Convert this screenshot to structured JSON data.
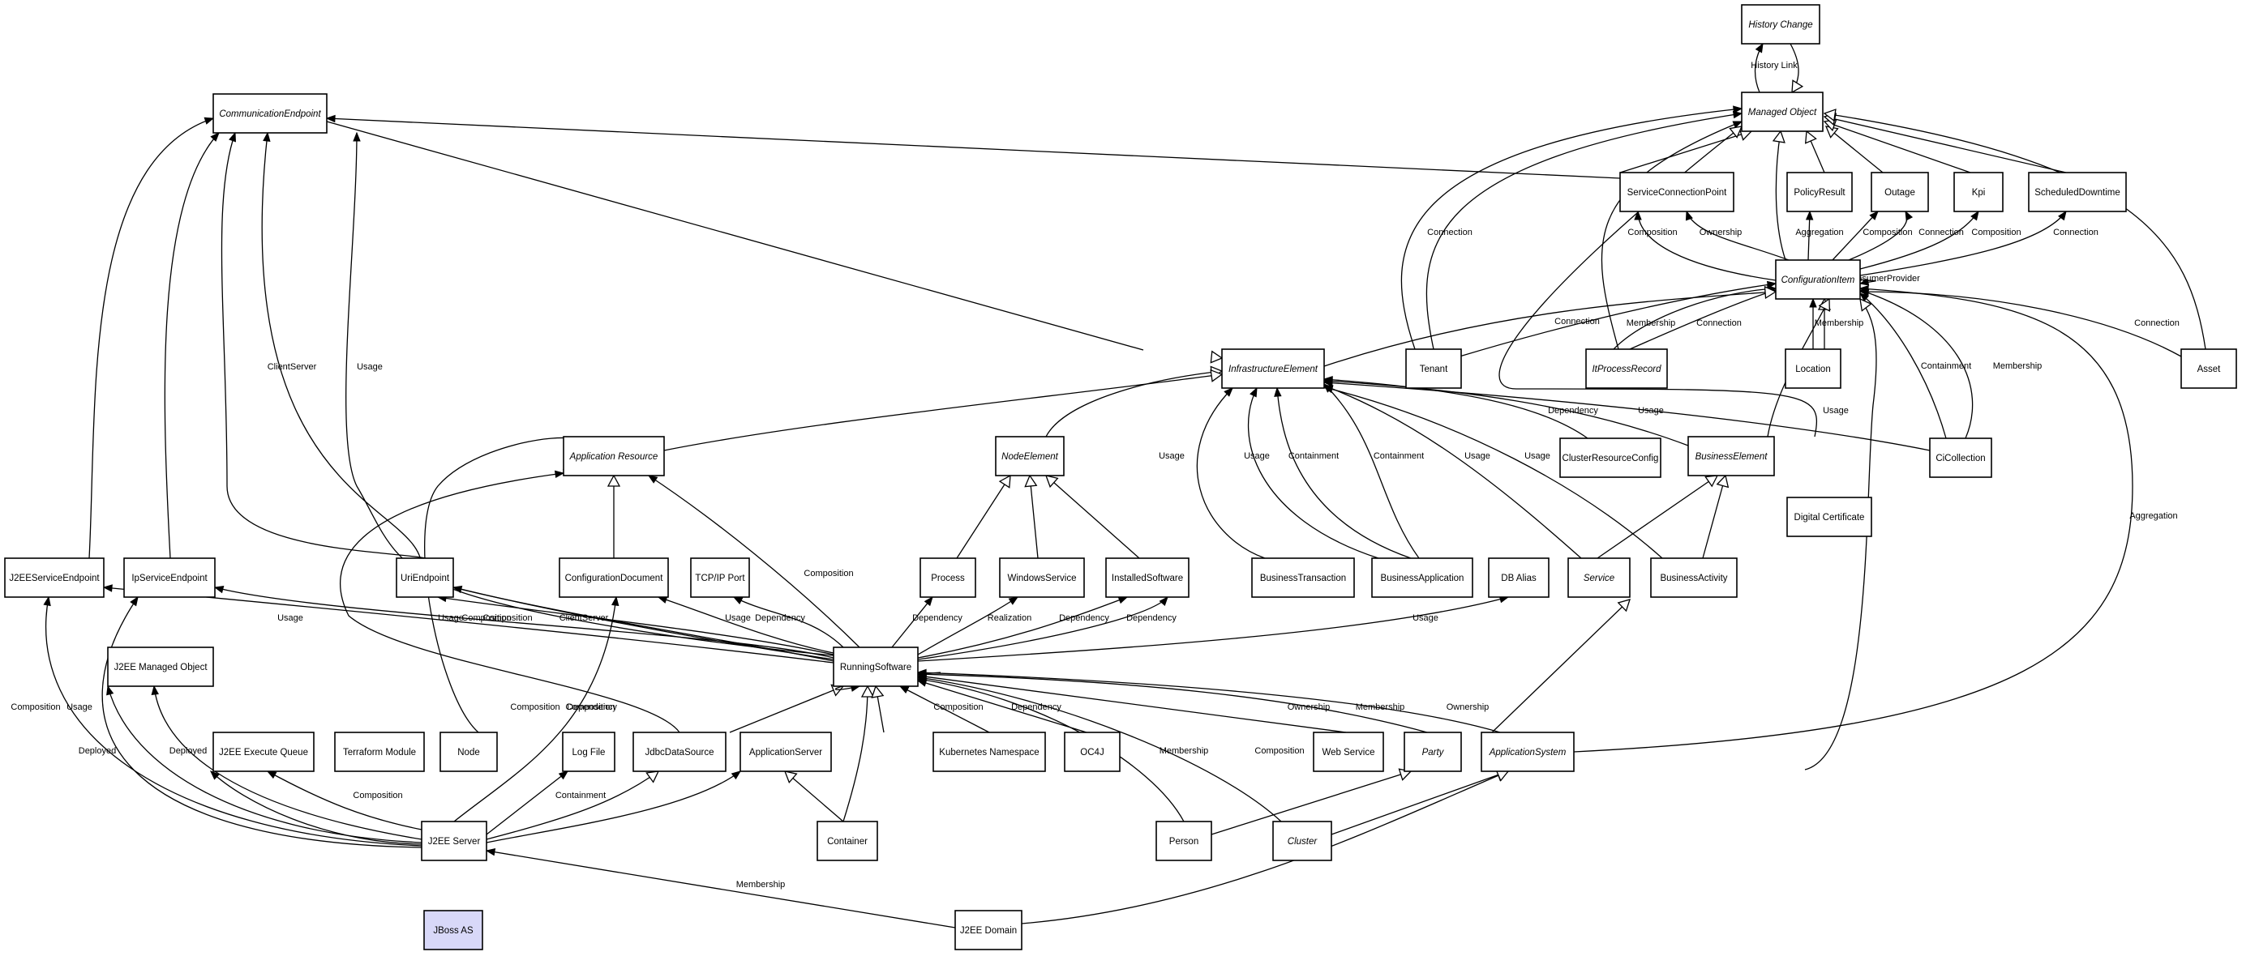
{
  "nodes": [
    {
      "id": "history-change",
      "label": "History Change",
      "abstract": true
    },
    {
      "id": "managed-object",
      "label": "Managed Object",
      "abstract": true
    },
    {
      "id": "communication-endpoint",
      "label": "CommunicationEndpoint",
      "abstract": true
    },
    {
      "id": "service-connection-point",
      "label": "ServiceConnectionPoint"
    },
    {
      "id": "policy-result",
      "label": "PolicyResult"
    },
    {
      "id": "outage",
      "label": "Outage"
    },
    {
      "id": "kpi",
      "label": "Kpi"
    },
    {
      "id": "scheduled-downtime",
      "label": "ScheduledDowntime"
    },
    {
      "id": "configuration-item",
      "label": "ConfigurationItem",
      "abstract": true
    },
    {
      "id": "infrastructure-element",
      "label": "InfrastructureElement",
      "abstract": true
    },
    {
      "id": "tenant",
      "label": "Tenant"
    },
    {
      "id": "it-process-record",
      "label": "ItProcessRecord",
      "abstract": true
    },
    {
      "id": "location",
      "label": "Location"
    },
    {
      "id": "asset",
      "label": "Asset"
    },
    {
      "id": "application-resource",
      "label": "Application Resource",
      "abstract": true
    },
    {
      "id": "node-element",
      "label": "NodeElement",
      "abstract": true
    },
    {
      "id": "cluster-resource-config",
      "label": "ClusterResourceConfig"
    },
    {
      "id": "business-element",
      "label": "BusinessElement",
      "abstract": true
    },
    {
      "id": "ci-collection",
      "label": "CiCollection"
    },
    {
      "id": "digital-certificate",
      "label": "Digital Certificate"
    },
    {
      "id": "j2ee-service-endpoint",
      "label": "J2EEServiceEndpoint"
    },
    {
      "id": "ip-service-endpoint",
      "label": "IpServiceEndpoint"
    },
    {
      "id": "uri-endpoint",
      "label": "UriEndpoint"
    },
    {
      "id": "configuration-document",
      "label": "ConfigurationDocument"
    },
    {
      "id": "tcp-ip-port",
      "label": "TCP/IP Port"
    },
    {
      "id": "process",
      "label": "Process"
    },
    {
      "id": "windows-service",
      "label": "WindowsService"
    },
    {
      "id": "installed-software",
      "label": "InstalledSoftware"
    },
    {
      "id": "business-transaction",
      "label": "BusinessTransaction"
    },
    {
      "id": "business-application",
      "label": "BusinessApplication"
    },
    {
      "id": "service",
      "label": "Service",
      "abstract": true
    },
    {
      "id": "business-activity",
      "label": "BusinessActivity"
    },
    {
      "id": "db-alias",
      "label": "DB Alias"
    },
    {
      "id": "j2ee-managed-object",
      "label": "J2EE Managed Object"
    },
    {
      "id": "running-software",
      "label": "RunningSoftware"
    },
    {
      "id": "j2ee-execute-queue",
      "label": "J2EE Execute Queue"
    },
    {
      "id": "terraform-module",
      "label": "Terraform Module"
    },
    {
      "id": "node",
      "label": "Node"
    },
    {
      "id": "log-file",
      "label": "Log File"
    },
    {
      "id": "jdbc-data-source",
      "label": "JdbcDataSource"
    },
    {
      "id": "application-server",
      "label": "ApplicationServer"
    },
    {
      "id": "kubernetes-namespace",
      "label": "Kubernetes Namespace"
    },
    {
      "id": "oc4j",
      "label": "OC4J"
    },
    {
      "id": "web-service",
      "label": "Web Service"
    },
    {
      "id": "party",
      "label": "Party",
      "abstract": true
    },
    {
      "id": "application-system",
      "label": "ApplicationSystem",
      "abstract": true
    },
    {
      "id": "j2ee-server",
      "label": "J2EE Server"
    },
    {
      "id": "container",
      "label": "Container"
    },
    {
      "id": "person",
      "label": "Person"
    },
    {
      "id": "cluster",
      "label": "Cluster",
      "abstract": true
    },
    {
      "id": "jboss-as",
      "label": "JBoss AS",
      "highlight": true
    },
    {
      "id": "j2ee-domain",
      "label": "J2EE Domain"
    }
  ],
  "edges": [
    {
      "id": "e1",
      "label": "History Link",
      "arrow": "solid"
    },
    {
      "id": "e2",
      "label": "",
      "arrow": "open"
    },
    {
      "id": "e3",
      "label": "",
      "arrow": "open"
    },
    {
      "id": "e4",
      "label": "",
      "arrow": "open"
    },
    {
      "id": "e5",
      "label": "",
      "arrow": "open"
    },
    {
      "id": "e6",
      "label": "",
      "arrow": "open"
    },
    {
      "id": "e7",
      "label": "",
      "arrow": "open"
    },
    {
      "id": "e8",
      "label": "",
      "arrow": "open"
    },
    {
      "id": "e9",
      "label": "",
      "arrow": "open"
    },
    {
      "id": "e10",
      "label": "Connection",
      "arrow": "solid"
    },
    {
      "id": "e11",
      "label": "Connection",
      "arrow": "solid"
    },
    {
      "id": "e12",
      "label": "",
      "arrow": "solid"
    },
    {
      "id": "e13",
      "label": "",
      "arrow": "open"
    },
    {
      "id": "e14",
      "label": "",
      "arrow": "solid"
    },
    {
      "id": "e15",
      "label": "Composition",
      "arrow": "solid"
    },
    {
      "id": "e16",
      "label": "Ownership",
      "arrow": "solid"
    },
    {
      "id": "e17",
      "label": "Aggregation",
      "arrow": "solid"
    },
    {
      "id": "e18",
      "label": "Composition",
      "arrow": "solid"
    },
    {
      "id": "e19",
      "label": "Connection",
      "arrow": "solid"
    },
    {
      "id": "e20",
      "label": "Composition",
      "arrow": "solid"
    },
    {
      "id": "e21",
      "label": "Connection",
      "arrow": "solid"
    },
    {
      "id": "e22",
      "label": "ConsumerProvider",
      "arrow": "solid"
    },
    {
      "id": "e23",
      "label": "Connection",
      "arrow": "solid"
    },
    {
      "id": "e24",
      "label": "Membership",
      "arrow": "solid"
    },
    {
      "id": "e25",
      "label": "Connection",
      "arrow": "solid"
    },
    {
      "id": "e26",
      "label": "Membership",
      "arrow": "solid"
    },
    {
      "id": "e27",
      "label": "Containment",
      "arrow": "solid"
    },
    {
      "id": "e28",
      "label": "Membership",
      "arrow": "solid"
    },
    {
      "id": "e29",
      "label": "Connection",
      "arrow": "solid"
    },
    {
      "id": "e30",
      "label": "",
      "arrow": "open"
    },
    {
      "id": "e31",
      "label": "",
      "arrow": "open"
    },
    {
      "id": "e32",
      "label": "",
      "arrow": "open"
    },
    {
      "id": "e33",
      "label": "",
      "arrow": "open"
    },
    {
      "id": "e34",
      "label": "Dependency",
      "arrow": "solid"
    },
    {
      "id": "e35",
      "label": "Usage",
      "arrow": "solid"
    },
    {
      "id": "e36",
      "label": "Usage",
      "arrow": "solid"
    },
    {
      "id": "e37",
      "label": "Containment",
      "arrow": "solid"
    },
    {
      "id": "e38",
      "label": "Containment",
      "arrow": "solid"
    },
    {
      "id": "e39",
      "label": "Usage",
      "arrow": "solid"
    },
    {
      "id": "e40",
      "label": "Usage",
      "arrow": "solid"
    },
    {
      "id": "e41",
      "label": "Usage",
      "arrow": "solid"
    },
    {
      "id": "e42",
      "label": "Usage",
      "arrow": "solid"
    },
    {
      "id": "e43",
      "label": "",
      "arrow": "open"
    },
    {
      "id": "e44",
      "label": "",
      "arrow": "open"
    },
    {
      "id": "e45",
      "label": "",
      "arrow": "open"
    },
    {
      "id": "e46",
      "label": "",
      "arrow": "open"
    },
    {
      "id": "e47",
      "label": "",
      "arrow": "open"
    },
    {
      "id": "e48",
      "label": "",
      "arrow": "open"
    },
    {
      "id": "e49",
      "label": "",
      "arrow": "open"
    },
    {
      "id": "e50",
      "label": "",
      "arrow": "open"
    },
    {
      "id": "e51",
      "label": "",
      "arrow": "open"
    },
    {
      "id": "e52",
      "label": "",
      "arrow": "open"
    },
    {
      "id": "e53",
      "label": "ClientServer",
      "arrow": "solid"
    },
    {
      "id": "e54",
      "label": "Usage",
      "arrow": "solid"
    },
    {
      "id": "e55",
      "label": "Usage",
      "arrow": "solid"
    },
    {
      "id": "e56",
      "label": "Usage",
      "arrow": "solid"
    },
    {
      "id": "e57",
      "label": "Composition",
      "arrow": "solid"
    },
    {
      "id": "e58",
      "label": "ClientServer",
      "arrow": "solid"
    },
    {
      "id": "e59",
      "label": "Usage",
      "arrow": "solid"
    },
    {
      "id": "e60",
      "label": "Usage",
      "arrow": "solid"
    },
    {
      "id": "e61",
      "label": "Composition",
      "arrow": "solid"
    },
    {
      "id": "e62",
      "label": "Usage",
      "arrow": "solid"
    },
    {
      "id": "e63",
      "label": "Dependency",
      "arrow": "solid"
    },
    {
      "id": "e64",
      "label": "Dependency",
      "arrow": "solid"
    },
    {
      "id": "e65",
      "label": "Realization",
      "arrow": "solid"
    },
    {
      "id": "e66",
      "label": "Dependency",
      "arrow": "solid"
    },
    {
      "id": "e67",
      "label": "Dependency",
      "arrow": "solid"
    },
    {
      "id": "e68",
      "label": "Usage",
      "arrow": "solid"
    },
    {
      "id": "e69",
      "label": "Composition",
      "arrow": "solid"
    },
    {
      "id": "e70",
      "label": "Composition",
      "arrow": "solid"
    },
    {
      "id": "e71",
      "label": "Deployed",
      "arrow": "solid"
    },
    {
      "id": "e72",
      "label": "Usage",
      "arrow": "solid"
    },
    {
      "id": "e73",
      "label": "Composition",
      "arrow": "solid"
    },
    {
      "id": "e74",
      "label": "Containment",
      "arrow": "solid"
    },
    {
      "id": "e75",
      "label": "Deployed",
      "arrow": "solid"
    },
    {
      "id": "e76",
      "label": "",
      "arrow": "open"
    },
    {
      "id": "e77",
      "label": "Containment",
      "arrow": "solid"
    },
    {
      "id": "e78",
      "label": "Composition",
      "arrow": "solid"
    },
    {
      "id": "e79",
      "label": "Dependency",
      "arrow": "solid"
    },
    {
      "id": "e80",
      "label": "",
      "arrow": "open"
    },
    {
      "id": "e81",
      "label": "Composition",
      "arrow": "solid"
    },
    {
      "id": "e82",
      "label": "Composition",
      "arrow": "solid"
    },
    {
      "id": "e83",
      "label": "Composition",
      "arrow": "solid"
    },
    {
      "id": "e84",
      "label": "Dependency",
      "arrow": "solid"
    },
    {
      "id": "e85",
      "label": "Ownership",
      "arrow": "solid"
    },
    {
      "id": "e86",
      "label": "Membership",
      "arrow": "solid"
    },
    {
      "id": "e87",
      "label": "Ownership",
      "arrow": "solid"
    },
    {
      "id": "e88",
      "label": "Membership",
      "arrow": "solid"
    },
    {
      "id": "e89",
      "label": "Composition",
      "arrow": "solid"
    },
    {
      "id": "e90",
      "label": "",
      "arrow": "open"
    },
    {
      "id": "e91",
      "label": "",
      "arrow": "open"
    },
    {
      "id": "e92",
      "label": "",
      "arrow": "open"
    },
    {
      "id": "e93",
      "label": "",
      "arrow": "open"
    },
    {
      "id": "e94",
      "label": "",
      "arrow": "open"
    },
    {
      "id": "e95",
      "label": "",
      "arrow": "open"
    },
    {
      "id": "e96",
      "label": "Membership",
      "arrow": "solid"
    },
    {
      "id": "e97",
      "label": "Aggregation",
      "arrow": "solid"
    },
    {
      "id": "e98",
      "label": "Composition",
      "arrow": "solid"
    }
  ]
}
